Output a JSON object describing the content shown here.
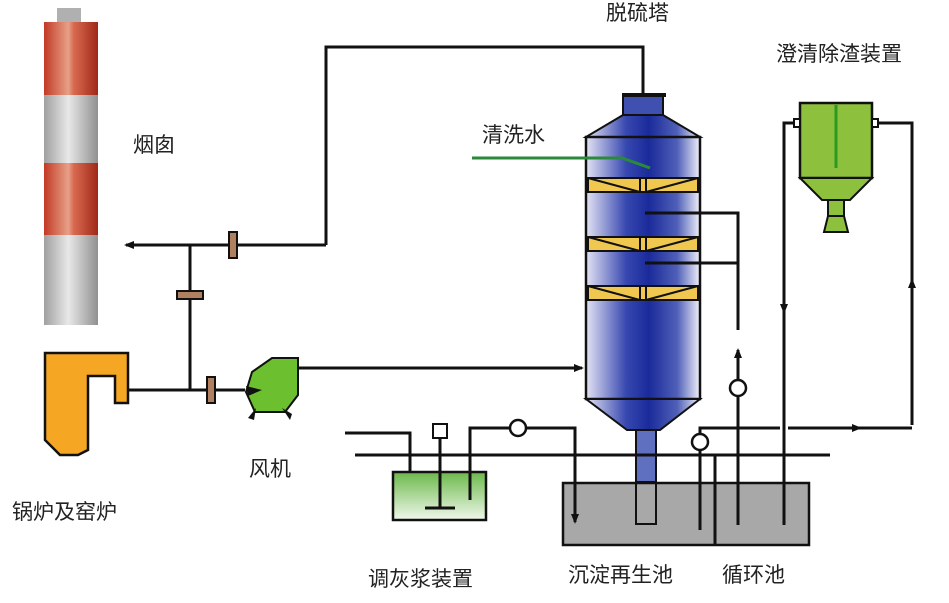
{
  "title": "脱硫塔",
  "labels": {
    "chimney": "烟囱",
    "tower": "脱硫塔",
    "wash_water": "清洗水",
    "clarifier": "澄清除渣装置",
    "boiler": "锅炉及窑炉",
    "fan": "风机",
    "lime_slurry": "调灰浆装置",
    "settling_pool": "沉淀再生池",
    "circulation_pool": "循环池"
  },
  "colors": {
    "chimney_red": "#c0452a",
    "chimney_gray": "#b8b8b8",
    "tower_blue": "#2a3fa8",
    "packing_yellow": "#f0c850",
    "clarifier_green": "#8dc03c",
    "boiler_orange": "#f5a623",
    "fan_green": "#6cbf2e",
    "slurry_green": "#a8d890",
    "pool_gray": "#a8a8a8",
    "valve_brown": "#b08060",
    "wash_line_green": "#2a8a3a"
  }
}
